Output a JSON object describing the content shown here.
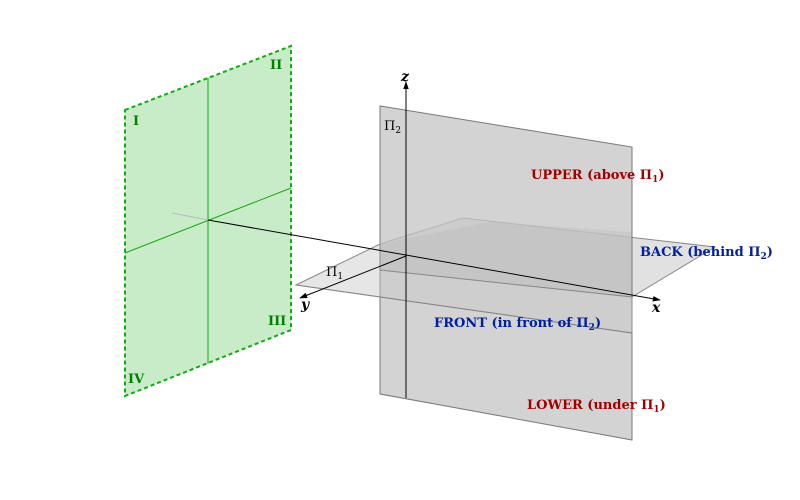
{
  "colors": {
    "upper_lower": "#a00000",
    "front_back": "#0020a0",
    "quadrant": "#008000",
    "green_plane_fill": "#c8ecc8",
    "green_plane_edge": "#11aa11",
    "plane_fill": "#c8c8c8",
    "plane_edge": "#777777",
    "axis": "#000000"
  },
  "axes": {
    "x": "x",
    "y": "y",
    "z": "z"
  },
  "planes": {
    "pi1": {
      "base": "Π",
      "sub": "1"
    },
    "pi2": {
      "base": "Π",
      "sub": "2"
    }
  },
  "regions": {
    "upper": {
      "text": "UPPER (above Π",
      "sub": "1",
      "close": ")"
    },
    "lower": {
      "text": "LOWER (under Π",
      "sub": "1",
      "close": ")"
    },
    "back": {
      "text": "BACK (behind Π",
      "sub": "2",
      "close": ")"
    },
    "front": {
      "text": "FRONT (in front of Π",
      "sub": "2",
      "close": ")"
    }
  },
  "quadrants": {
    "q1": "I",
    "q2": "II",
    "q3": "III",
    "q4": "IV"
  },
  "icons": {
    "arrowhead": "arrow-marker"
  }
}
